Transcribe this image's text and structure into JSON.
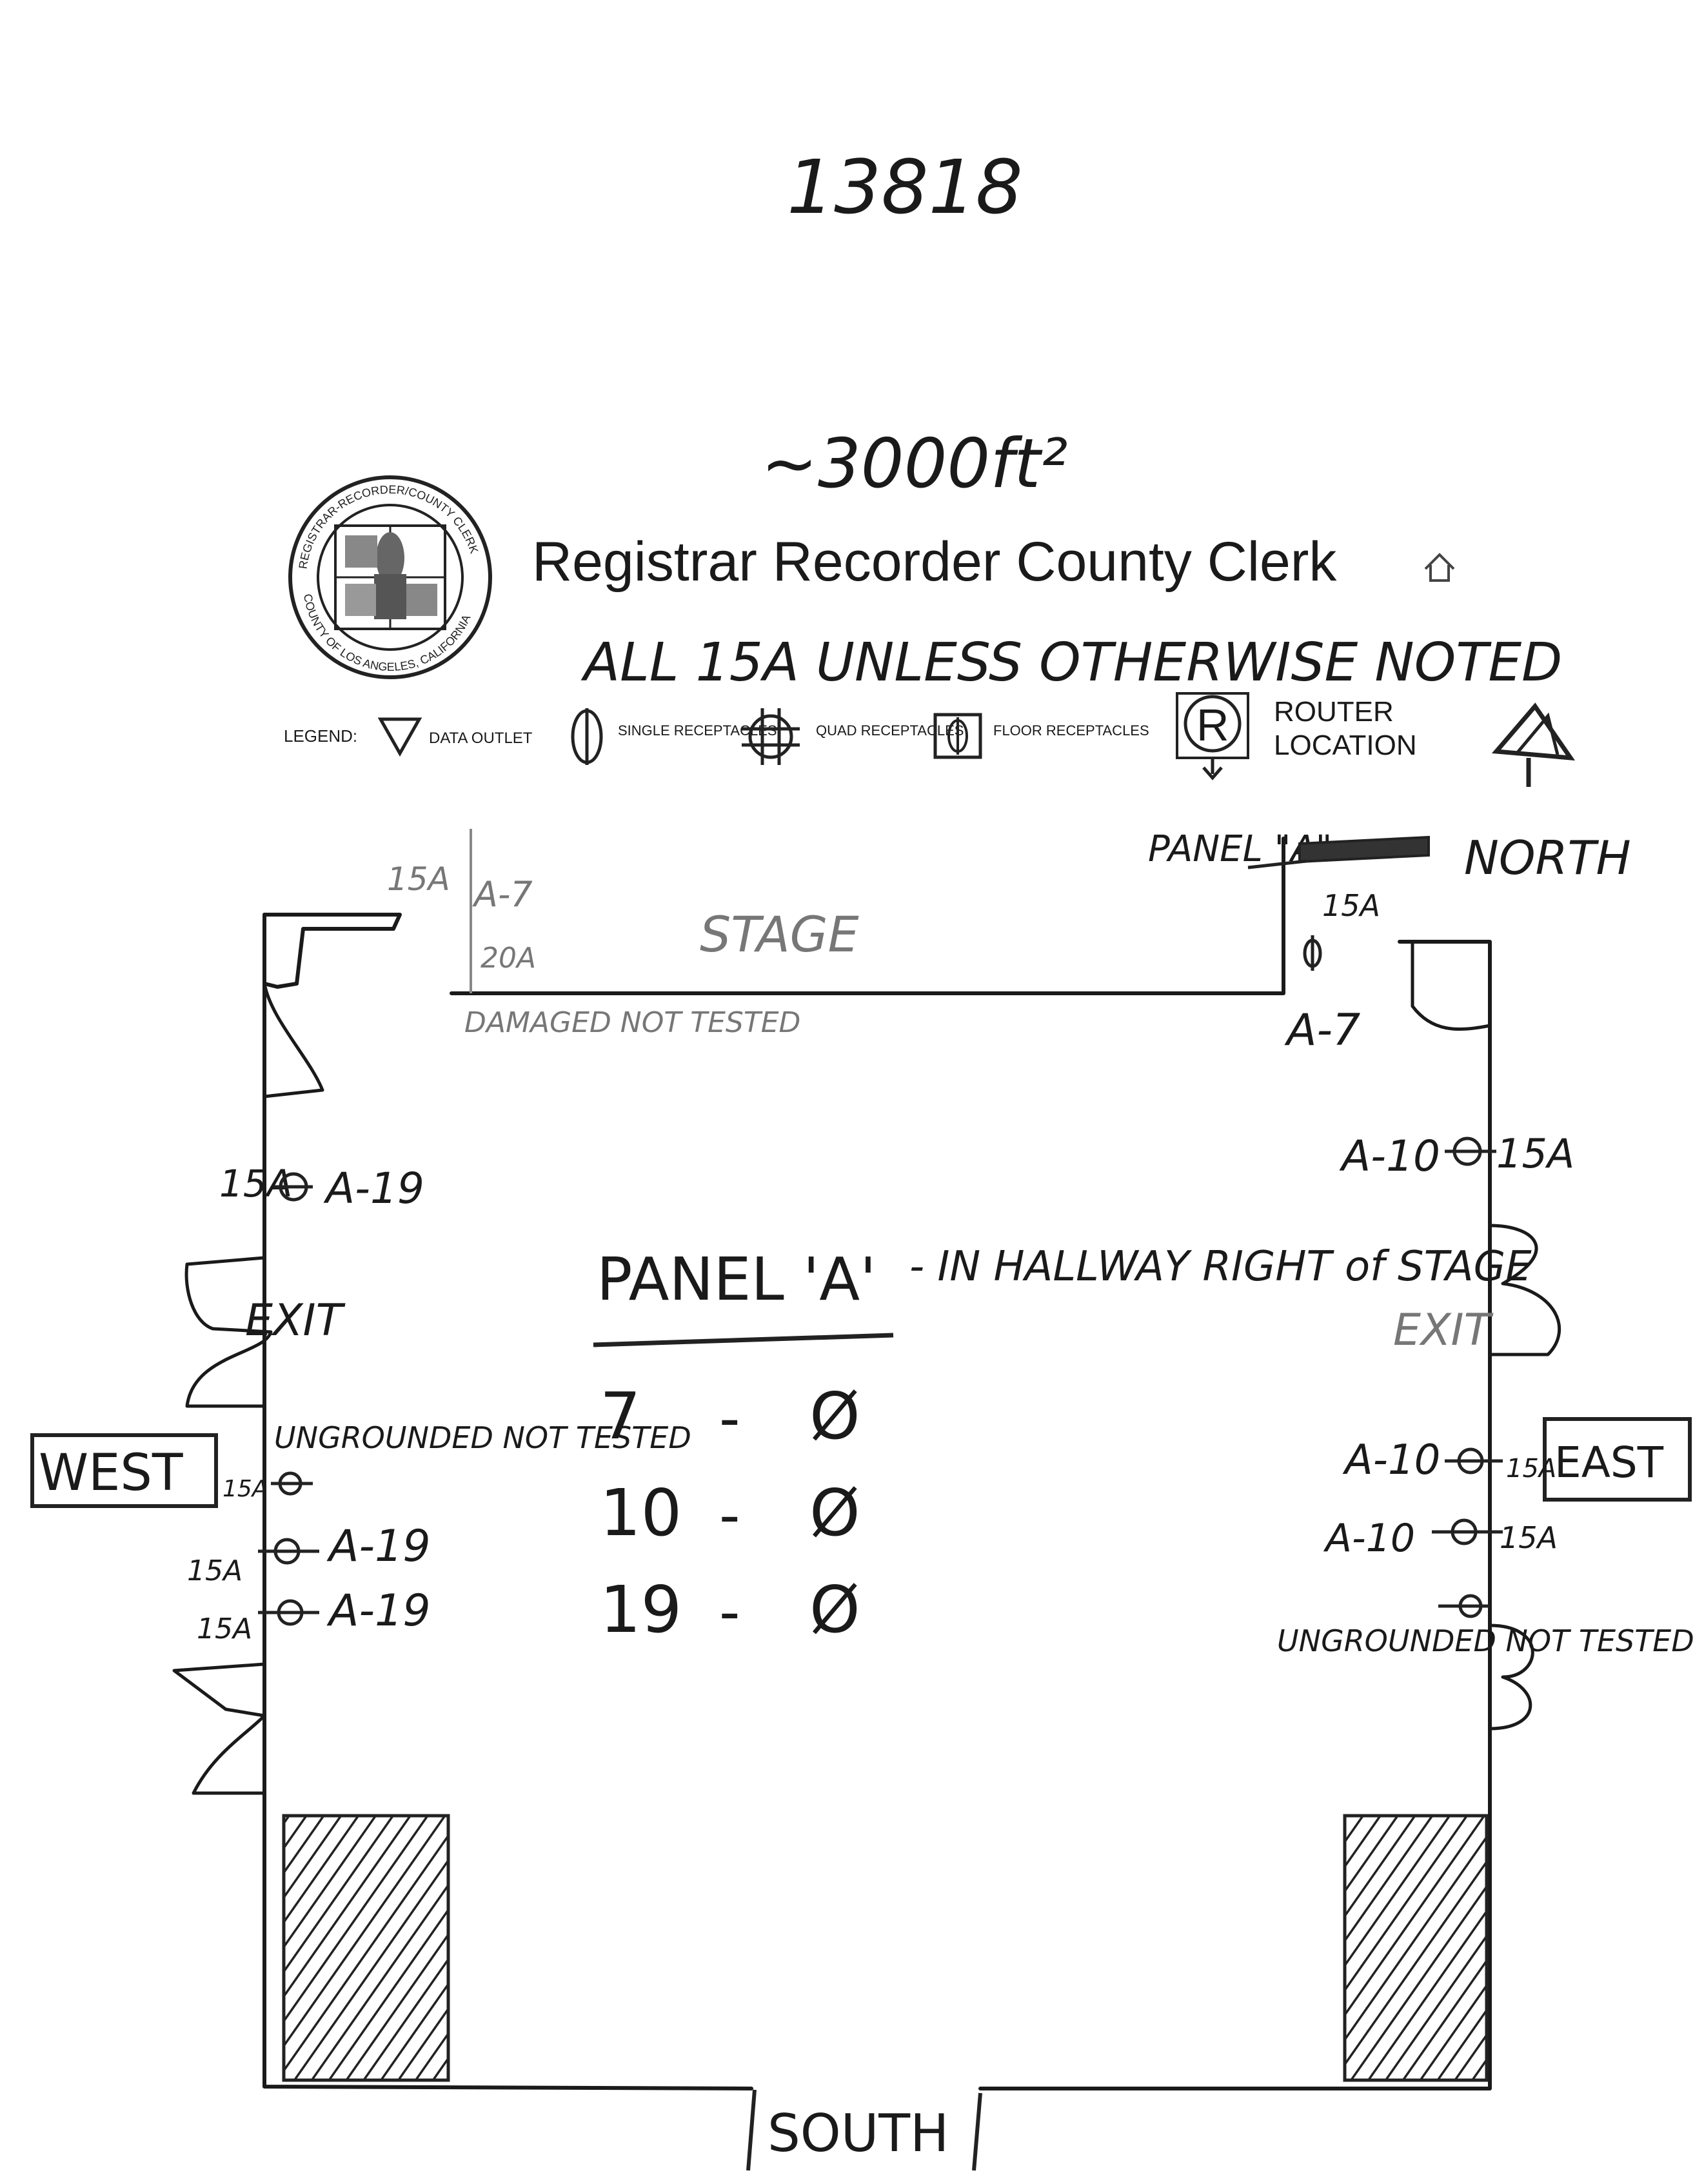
{
  "page_number": "13818",
  "area_note": "~3000ft²",
  "header": {
    "seal_text_top": "REGISTRAR-RECORDER/COUNTY CLERK",
    "seal_text_bottom": "COUNTY OF LOS ANGELES, CALIFORNIA",
    "title": "Registrar Recorder County Clerk",
    "home_icon": "home-icon"
  },
  "general_note": "ALL 15A UNLESS OTHERWISE NOTED",
  "legend": {
    "label": "LEGEND:",
    "items": [
      {
        "icon": "triangle-data-outlet-icon",
        "label": "DATA OUTLET"
      },
      {
        "icon": "single-receptacle-icon",
        "label": "SINGLE RECEPTACLES"
      },
      {
        "icon": "quad-receptacle-icon",
        "label": "QUAD RECEPTACLES"
      },
      {
        "icon": "floor-receptacle-icon",
        "label": "FLOOR RECEPTACLES"
      },
      {
        "icon": "router-r-icon",
        "label": "ROUTER LOCATION",
        "letter": "R"
      }
    ],
    "north_arrow": "north-arrow-icon"
  },
  "compass": {
    "north": "NORTH",
    "south": "SOUTH",
    "east": "EAST",
    "west": "WEST"
  },
  "top_notes": {
    "panel_label": "PANEL \"A\"",
    "stage": "STAGE",
    "left_15a": "15A",
    "left_circuit": "A-7",
    "left_20a": "20A",
    "damaged": "DAMAGED NOT TESTED",
    "right_15a": "15A",
    "right_circuit": "A-7"
  },
  "west_outlets": {
    "top": {
      "amps": "15A",
      "circuit": "A-19"
    },
    "exit": "EXIT",
    "ungrounded": "UNGROUNDED NOT TESTED",
    "ungrounded_amps": "15A",
    "mid": {
      "amps": "15A",
      "circuit": "A-19"
    },
    "low": {
      "amps": "15A",
      "circuit": "A-19"
    }
  },
  "east_outlets": {
    "top": {
      "amps": "15A",
      "circuit": "A-10"
    },
    "exit": "EXIT",
    "mid": {
      "amps": "15A",
      "circuit": "A-10"
    },
    "low": {
      "amps": "15A",
      "circuit": "A-10"
    },
    "ungrounded": "UNGROUNDED NOT TESTED"
  },
  "panel_table": {
    "title": "PANEL 'A'",
    "location": "- IN HALLWAY RIGHT of STAGE",
    "rows": [
      {
        "circuit": "7",
        "status": "Ø"
      },
      {
        "circuit": "10",
        "status": "Ø"
      },
      {
        "circuit": "19",
        "status": "Ø"
      }
    ]
  }
}
